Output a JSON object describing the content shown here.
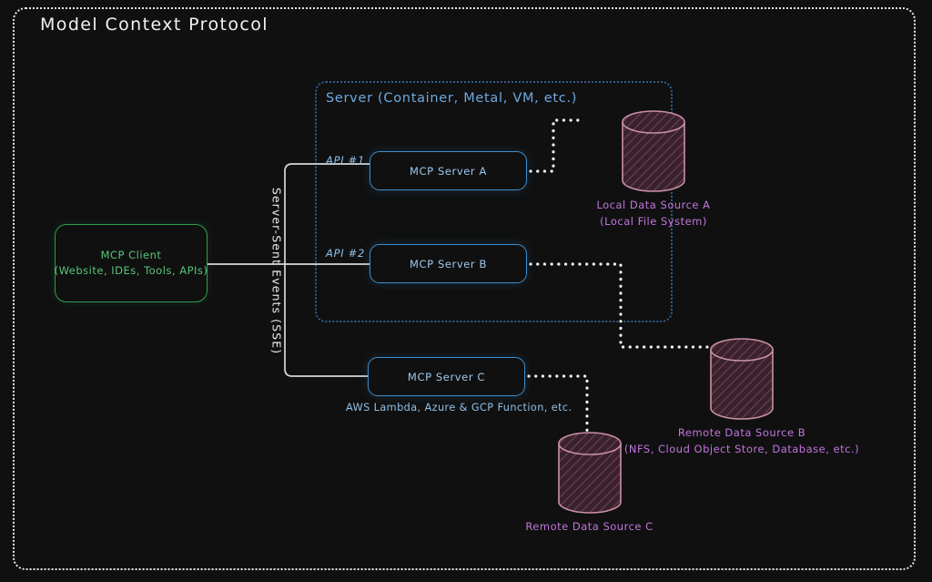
{
  "diagram": {
    "title": "Model Context Protocol",
    "frame_color": "#e8e8e8",
    "background": "#101010"
  },
  "client": {
    "name": "mcp-client",
    "line1": "MCP Client",
    "line2": "(Website, IDEs, Tools, APIs)",
    "color": "#58c47a",
    "border_color": "#2f9e4f"
  },
  "transport": {
    "label": "Server-Sent Events (SSE)",
    "color": "#ececec"
  },
  "server_container": {
    "label": "Server (Container, Metal, VM, etc.)",
    "border_color": "#2f5f8f",
    "label_color": "#6ea8e0"
  },
  "servers": [
    {
      "id": "mcp-server-a",
      "label": "MCP Server A",
      "api_label": "API #1"
    },
    {
      "id": "mcp-server-b",
      "label": "MCP Server B",
      "api_label": "API #2"
    },
    {
      "id": "mcp-server-c",
      "label": "MCP Server C",
      "api_label": ""
    }
  ],
  "server_c_caption": "AWS Lambda, Azure & GCP Function, etc.",
  "data_sources": [
    {
      "id": "local-data-source-a",
      "line1": "Local Data Source A",
      "line2": "(Local File System)"
    },
    {
      "id": "remote-data-source-b",
      "line1": "Remote Data Source B",
      "line2": "(NFS, Cloud Object Store, Database, etc.)"
    },
    {
      "id": "remote-data-source-c",
      "line1": "Remote Data Source C",
      "line2": ""
    }
  ],
  "colors": {
    "server_box_border": "#3d8fd0",
    "server_box_text": "#9dc8ee",
    "api_label": "#8fc0e8",
    "data_source_label": "#c175dd",
    "cylinder_stroke": "#c98fa8",
    "cylinder_fill": "#3a222c",
    "connector_solid": "#d8d8d8",
    "connector_dotted": "#f0f0f0"
  }
}
